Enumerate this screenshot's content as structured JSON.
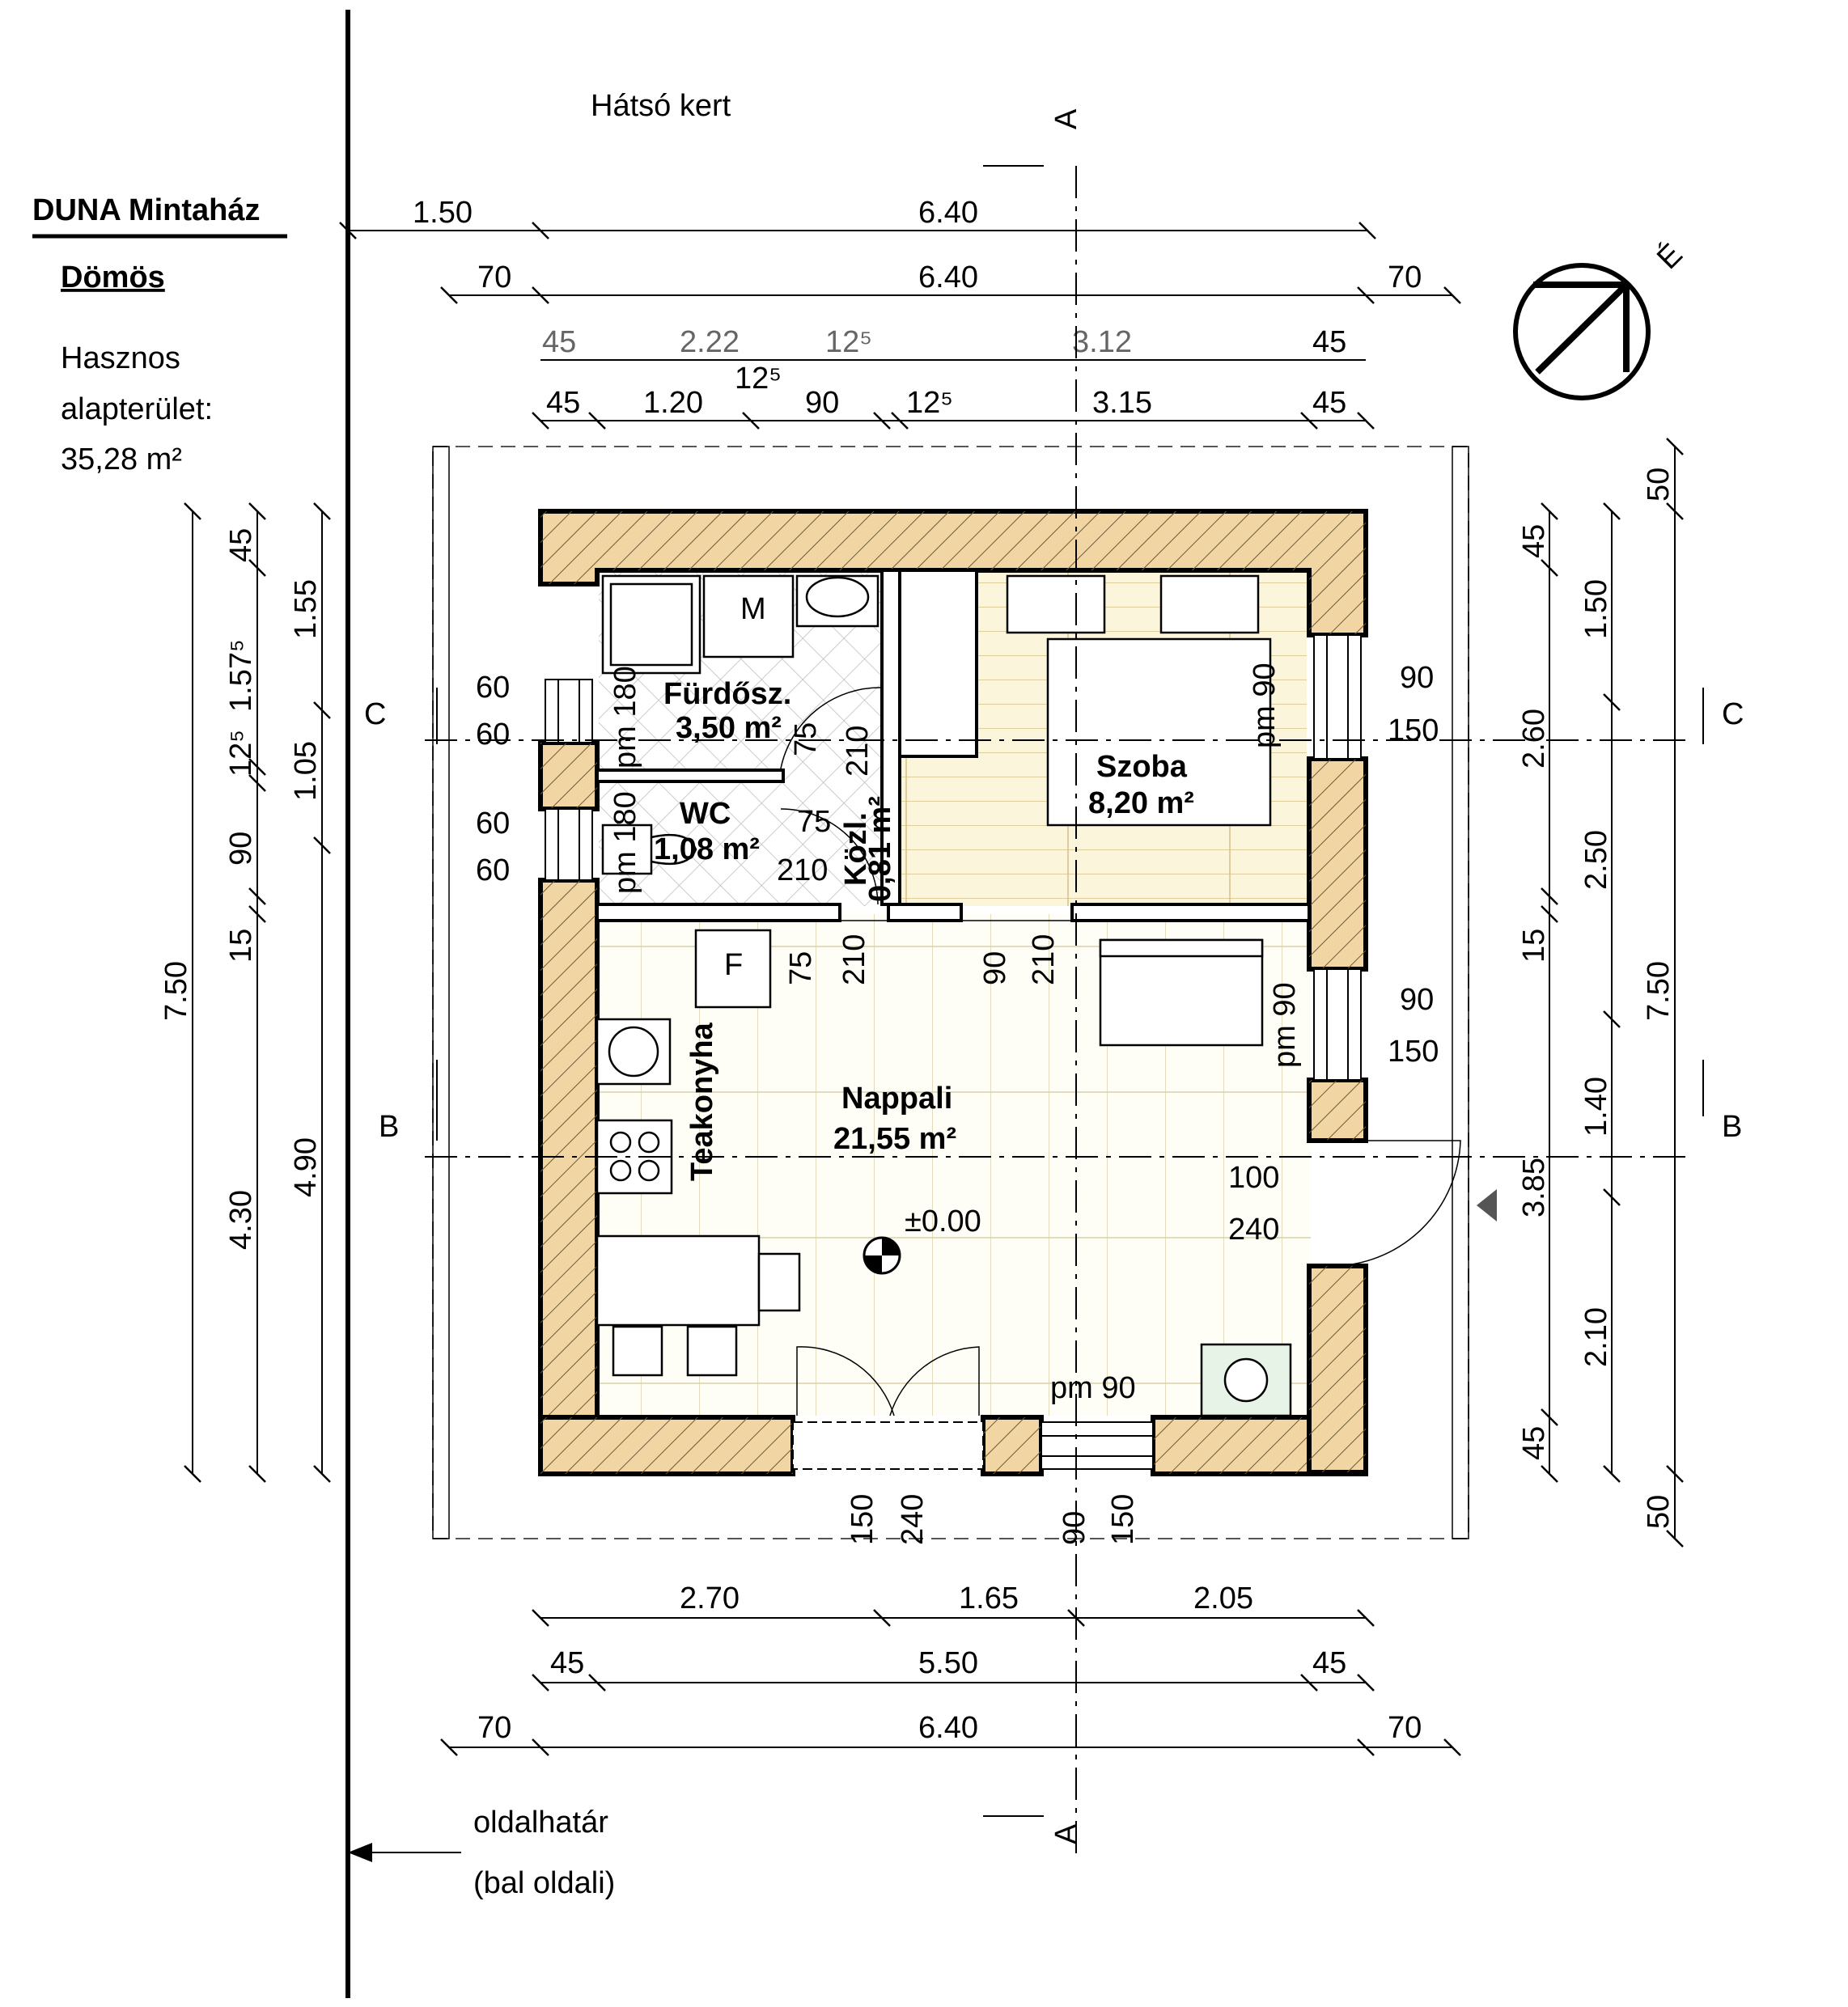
{
  "header": {
    "project": "DUNA Mintaház",
    "name": "Dömös",
    "area_label_1": "Hasznos",
    "area_label_2": "alapterület:",
    "area_value": "35,28 m²"
  },
  "site": {
    "back_garden": "Hátsó kert",
    "boundary_1": "oldalhatár",
    "boundary_2": "(bal oldali)",
    "north": "É"
  },
  "sections": {
    "a": "A",
    "b": "B",
    "c": "C"
  },
  "rooms": {
    "bath_name": "Fürdősz.",
    "bath_area": "3,50 m²",
    "wc_name": "WC",
    "wc_area": "1,08 m²",
    "hall_name": "Közl.",
    "hall_area": "0,81 m²",
    "bedroom_name": "Szoba",
    "bedroom_area": "8,20 m²",
    "living_name": "Nappali",
    "living_area": "21,55 m²",
    "kitchen_name": "Teakonyha",
    "level": "±0.00",
    "washer": "M",
    "fridge": "F"
  },
  "dims": {
    "top1": [
      "1.50",
      "6.40"
    ],
    "top2": [
      "70",
      "6.40",
      "70"
    ],
    "top3": [
      "45",
      "2.22",
      "12⁵",
      "3.12",
      "45"
    ],
    "top4": [
      "45",
      "1.20",
      "12⁵",
      "90",
      "12⁵",
      "3.15",
      "45"
    ],
    "bottom1": [
      "2.70",
      "1.65",
      "2.05"
    ],
    "bottom2": [
      "45",
      "5.50",
      "45"
    ],
    "bottom3": [
      "70",
      "6.40",
      "70"
    ],
    "left_outer": "7.50",
    "left_mid": [
      "45",
      "1.57⁵",
      "12⁵",
      "90",
      "15",
      "4.30"
    ],
    "left_inner": [
      "1.55",
      "1.05",
      "4.90"
    ],
    "right_inner": [
      "45",
      "2.60",
      "15",
      "3.85",
      "45"
    ],
    "right_mid": [
      "1.50",
      "2.50",
      "1.40",
      "2.10"
    ],
    "right_outer": [
      "50",
      "7.50",
      "50"
    ],
    "windows": [
      "60",
      "60",
      "60",
      "60",
      "90",
      "150",
      "90",
      "150",
      "100",
      "240",
      "150",
      "240",
      "90",
      "150"
    ],
    "doors": [
      "pm 180",
      "pm 180",
      "75",
      "210",
      "75",
      "210",
      "75",
      "210",
      "90",
      "210",
      "pm 90",
      "pm 90",
      "pm 90"
    ]
  }
}
